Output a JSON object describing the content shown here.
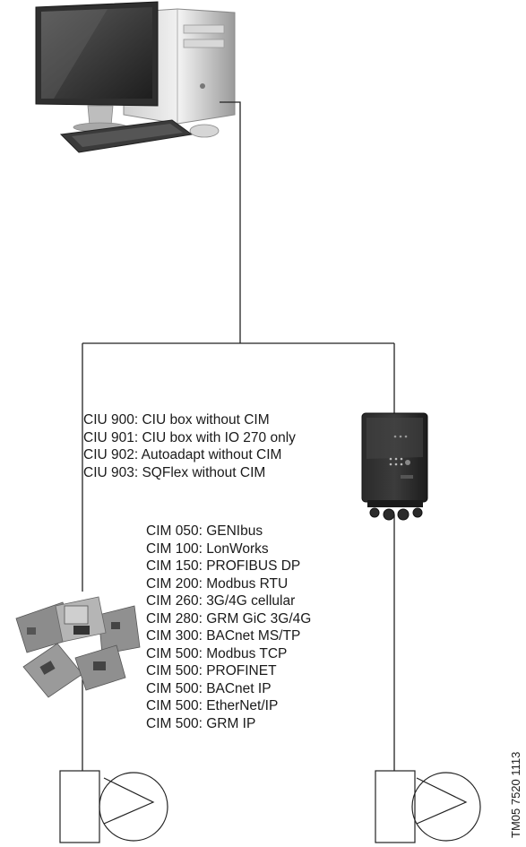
{
  "ciu_options": [
    "CIU 900: CIU box without CIM",
    "CIU 901: CIU box with IO 270 only",
    "CIU 902: Autoadapt without CIM",
    "CIU 903: SQFlex without CIM"
  ],
  "cim_modules": [
    "CIM 050: GENIbus",
    "CIM 100: LonWorks",
    "CIM 150: PROFIBUS DP",
    "CIM 200: Modbus RTU",
    "CIM 260: 3G/4G cellular",
    "CIM 280: GRM GiC 3G/4G",
    "CIM 300: BACnet MS/TP",
    "CIM 500: Modbus TCP",
    "CIM 500: PROFINET",
    "CIM 500: BACnet IP",
    "CIM 500: EtherNet/IP",
    "CIM 500: GRM IP"
  ],
  "document_code": "TM05 7520 1113"
}
